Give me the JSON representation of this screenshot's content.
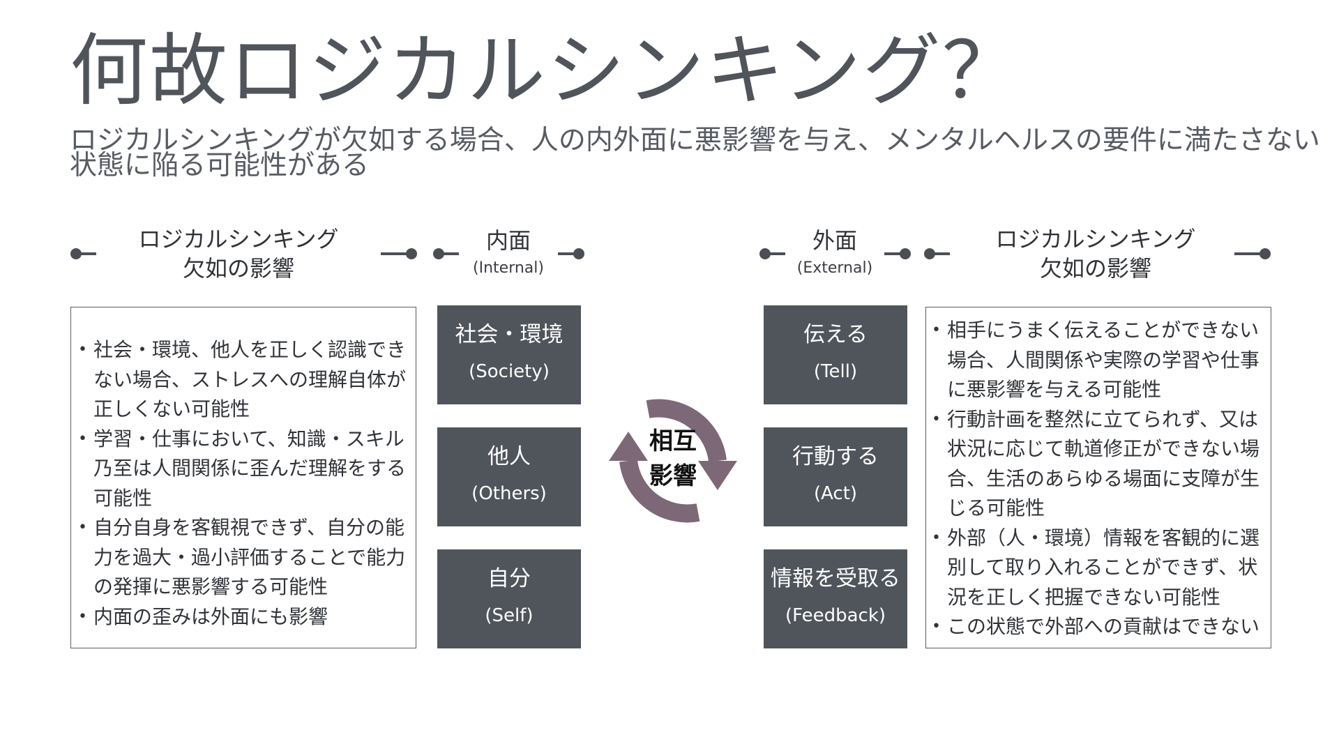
{
  "title": "何故ロジカルシンキング？",
  "subtitle": {
    "line1": "ロジカルシンキングが欠如する場合、人の内外面に悪影響を与え、メンタルヘルスの要件に満たさない",
    "line2": "状態に陥る可能性がある"
  },
  "left_panel": {
    "heading_line1": "ロジカルシンキング",
    "heading_line2": "欠如の影響",
    "bullet_char": "•",
    "items": [
      {
        "lines": [
          "社会・環境、他人を正しく認識でき",
          "ない場合、ストレスへの理解自体が",
          "正しくない可能性"
        ]
      },
      {
        "lines": [
          "学習・仕事において、知識・スキル",
          "乃至は人間関係に歪んだ理解をする",
          "可能性"
        ]
      },
      {
        "lines": [
          "自分自身を客観視できず、自分の能",
          "力を過大・過小評価することで能力",
          "の発揮に悪影響する可能性"
        ]
      },
      {
        "lines": [
          "内面の歪みは外面にも影響"
        ]
      }
    ]
  },
  "internal": {
    "heading": "内面",
    "subheading": "(Internal)",
    "tiles": [
      {
        "label": "社会・環境",
        "en": "(Society)"
      },
      {
        "label": "他人",
        "en": "(Others)"
      },
      {
        "label": "自分",
        "en": "(Self)"
      }
    ]
  },
  "cycle": {
    "line1": "相互",
    "line2": "影響",
    "color": "#7d6878"
  },
  "external": {
    "heading": "外面",
    "subheading": "(External)",
    "tiles": [
      {
        "label": "伝える",
        "en": "(Tell)"
      },
      {
        "label": "行動する",
        "en": "(Act)"
      },
      {
        "label": "情報を受取る",
        "en": "(Feedback)"
      }
    ]
  },
  "right_panel": {
    "heading_line1": "ロジカルシンキング",
    "heading_line2": "欠如の影響",
    "bullet_char": "•",
    "items": [
      {
        "lines": [
          "相手にうまく伝えることができない",
          "場合、人間関係や実際の学習や仕事",
          "に悪影響を与える可能性"
        ]
      },
      {
        "lines": [
          "行動計画を整然に立てられず、又は",
          "状況に応じて軌道修正ができない場",
          "合、生活のあらゆる場面に支障が生",
          "じる可能性"
        ]
      },
      {
        "lines": [
          "外部（人・環境）情報を客観的に選",
          "別して取り入れることができず、状",
          "況を正しく把握できない可能性"
        ]
      },
      {
        "lines": [
          "この状態で外部への貢献はできない"
        ]
      }
    ]
  },
  "colors": {
    "tile": "#50545b",
    "text": "#4b4f55",
    "cycle": "#7d6878"
  }
}
